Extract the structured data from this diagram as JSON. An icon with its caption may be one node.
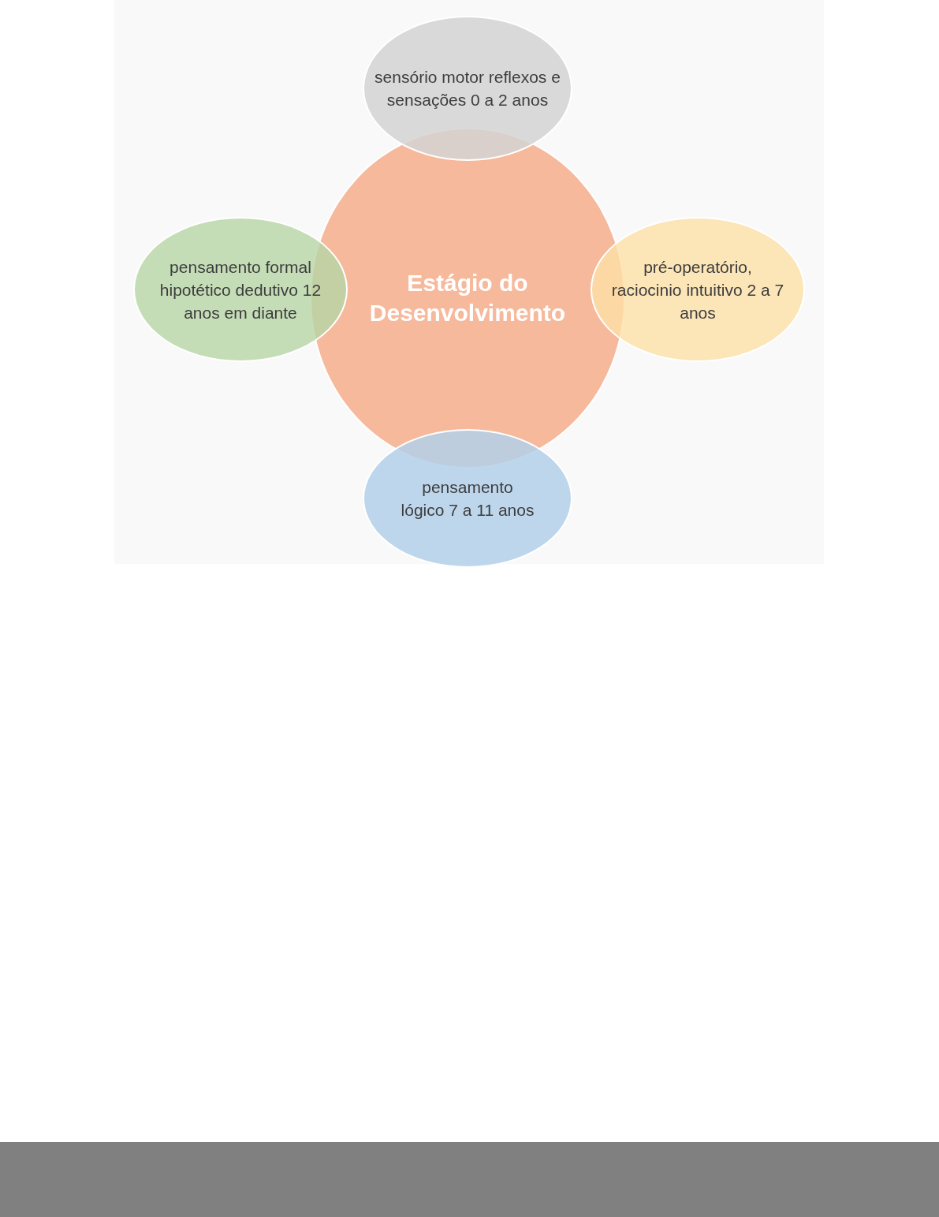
{
  "diagram": {
    "nodes": [
      {
        "text": [
          "Estágio do Desenvolvimento"
        ]
      },
      {
        "text": [
          "sensório motor reflexos e sensações 0 a 2 anos"
        ]
      },
      {
        "text": [
          "pensamento formal hipotético dedutivo 12 anos em diante"
        ]
      },
      {
        "text": [
          "pré-operatório, raciocinio intuitivo 2 a 7 anos"
        ]
      },
      {
        "text": [
          "pensamento lógico 7 a 11 anos"
        ]
      }
    ]
  }
}
